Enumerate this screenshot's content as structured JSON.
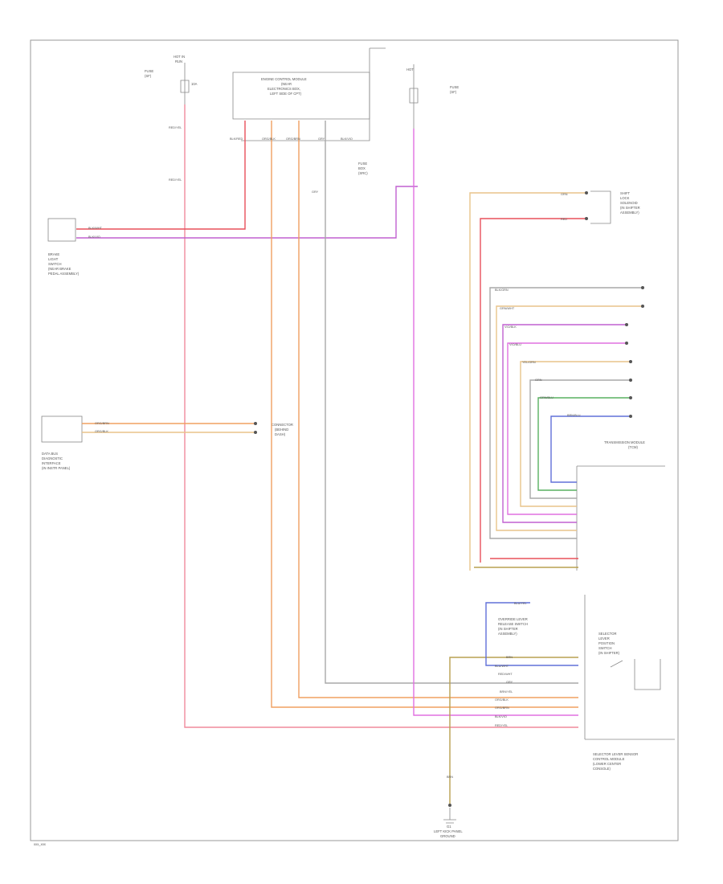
{
  "page_code": "xxx_xxx",
  "components": {
    "brake_switch": [
      "BRAKE",
      "LIGHT",
      "SWITCH",
      "(NEAR BRAKE",
      "PEDAL ASSEMBLY)"
    ],
    "ecm": [
      "ENGINE CONTROL MODULE",
      "(NEAR",
      "ELECTRONICS BOX,",
      "LEFT SIDE OF CPT)"
    ],
    "fuse_left": [
      "HOT IN",
      "RUN",
      "FUSE",
      "(SF)",
      "10A"
    ],
    "fuse_right": [
      "HOT",
      "FUSE",
      "(SF)"
    ],
    "data_link": [
      "DATA BUS",
      "DIAGNOSTIC",
      "INTERFACE",
      "(IN INSTR PANEL)"
    ],
    "splice_center": [
      "CONNECTOR",
      "(BEHIND",
      "DASH)"
    ],
    "fuse_box": [
      "FUSE",
      "BOX",
      "(SRC)"
    ],
    "relay_right": [
      "SHIFT",
      "LOCK",
      "SOLENOID",
      "(IN SHIFTER",
      "ASSEMBLY)"
    ],
    "tcm": [
      "TRANSMISSION MODULE",
      "(TCM)"
    ],
    "selector_switch": [
      "SELECTOR",
      "LEVER",
      "POSITION",
      "SWITCH",
      "(IN SHIFTER)"
    ],
    "selector_module": [
      "SELECTOR LEVER SENSOR",
      "CONTROL MODULE",
      "(LOWER CENTER",
      "CONSOLE)"
    ],
    "ground": [
      "G1",
      "LEFT KICK PANEL",
      "GROUND"
    ],
    "shift_lock": [
      "OVERRIDE LEVER",
      "RELEASE SWITCH",
      "(IN SHIFTER",
      "ASSEMBLY)"
    ]
  },
  "wire_labels": {
    "brake_a": "BLK/WHT",
    "brake_b": "BLK/VIO",
    "dl_a": "ORG/BRN",
    "dl_b": "ORG/BLK",
    "tcm_1": "BLK/GRN",
    "tcm_2": "GRN/WHT",
    "tcm_3": "VIO/BLK",
    "tcm_4": "VIO/BLU",
    "tcm_5": "YEL/GRN",
    "tcm_6": "GRN",
    "tcm_7": "GRN/BLU",
    "tcm_8": "BRN/BLU",
    "sol_a": "GRN",
    "sol_b": "RED",
    "sel_1": "BLU/YEL",
    "sel_2": "BLU/WHT",
    "sel_3": "BRN",
    "sel_4": "GRY",
    "sel_5": "RED/WHT",
    "sel_6": "ORG/BLK",
    "sel_7": "ORG/BRN",
    "sel_8": "BLK/VIO",
    "sel_9": "RED/YEL",
    "sel_10": "BRN/YEL",
    "ecm_1": "BLK/RED",
    "ecm_2": "ORG/BLK",
    "ecm_3": "ORG/BRN",
    "ecm_4": "GRY",
    "ecm_5": "BLK/VIO",
    "fuse_out": "RED/YEL",
    "v_gry": "GRY",
    "v_red": "RED/YEL",
    "ground": "BRN"
  },
  "colors": {
    "red": "#e8505a",
    "pink": "#f08a9c",
    "violet": "#c060d0",
    "orange": "#f0a060",
    "tan": "#e8c48a",
    "olive": "#b8a050",
    "grey": "#a8a8a8",
    "blue": "#6070d8",
    "green": "#58b060",
    "magenta": "#e070e0",
    "dark": "#555555"
  }
}
